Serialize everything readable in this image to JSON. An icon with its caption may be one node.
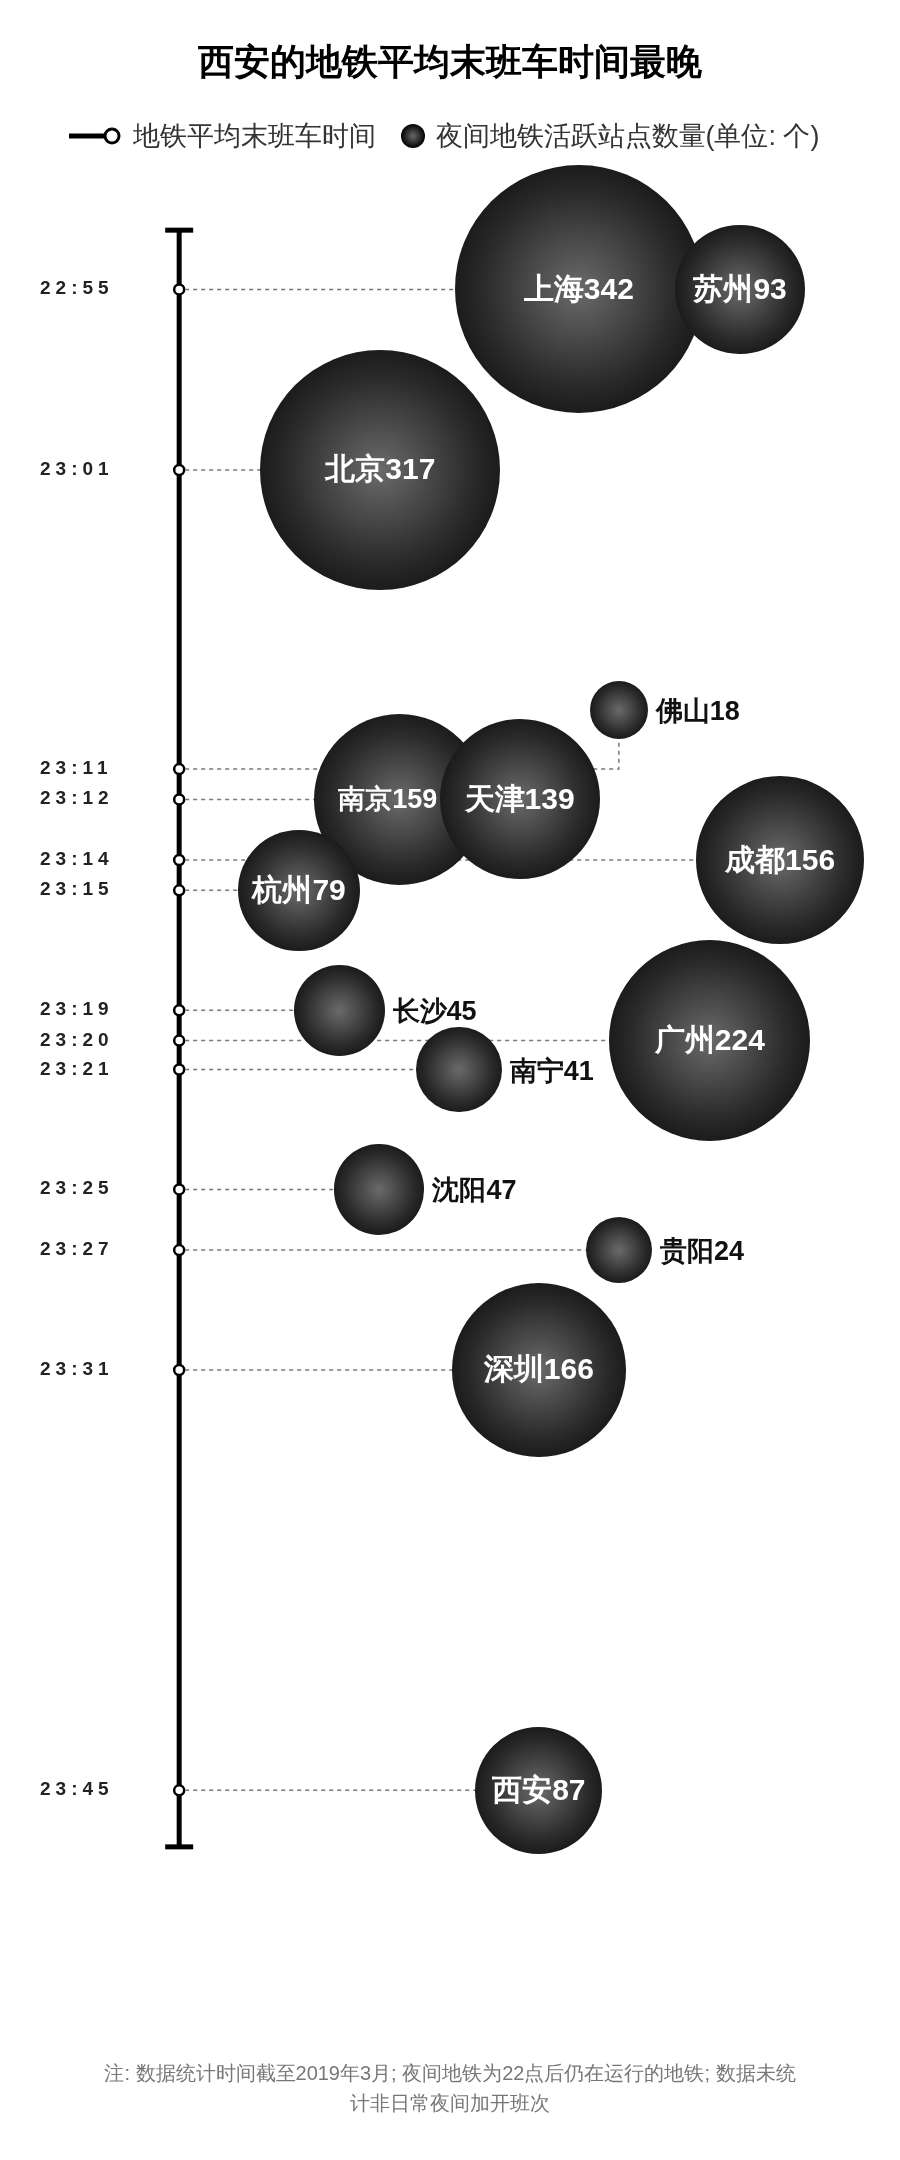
{
  "diagram": {
    "title": "西安的地铁平均末班车时间最晚",
    "caption": "注: 数据统计时间截至2019年3月; 夜间地铁为22点后仍在运行的地铁; 数据未统计非日常夜间加开班次",
    "nodes": [
      {
        "text": [
          "22:55"
        ]
      },
      {
        "text": [
          "上海342"
        ]
      },
      {
        "text": [
          "苏州93"
        ]
      },
      {
        "text": [
          "23:01"
        ]
      },
      {
        "text": [
          "北京317"
        ]
      },
      {
        "text": [],
        "shape": "circle",
        "beside": [
          "佛山18"
        ]
      },
      {
        "text": [
          "23:11"
        ]
      },
      {
        "text": [
          "23:12"
        ]
      },
      {
        "text": [
          "南京159"
        ]
      },
      {
        "text": [
          "天津139"
        ]
      },
      {
        "text": [
          "23:14"
        ]
      },
      {
        "text": [
          "成都156"
        ]
      },
      {
        "text": [
          "23:15"
        ]
      },
      {
        "text": [
          "杭州79"
        ]
      },
      {
        "text": [
          "23:19"
        ]
      },
      {
        "text": [],
        "shape": "circle",
        "beside": [
          "长沙45"
        ]
      },
      {
        "text": [
          "23:20"
        ]
      },
      {
        "text": [
          "广州224"
        ]
      },
      {
        "text": [
          "23:21"
        ]
      },
      {
        "text": [],
        "shape": "circle",
        "beside": [
          "南宁41"
        ]
      },
      {
        "text": [
          "23:25"
        ]
      },
      {
        "text": [],
        "shape": "circle",
        "beside": [
          "沈阳47"
        ]
      },
      {
        "text": [
          "23:27"
        ]
      },
      {
        "text": [],
        "shape": "circle",
        "beside": [
          "贵阳24"
        ]
      },
      {
        "text": [
          "23:31"
        ]
      },
      {
        "text": [
          "深圳166"
        ]
      },
      {
        "text": [
          "23:45"
        ]
      },
      {
        "text": [
          "西安87"
        ]
      }
    ],
    "edges": [
      {
        "from": 0,
        "to": 1,
        "arrow": "none",
        "style": "dashed"
      },
      {
        "from": 3,
        "to": 4,
        "arrow": "none",
        "style": "dashed"
      },
      {
        "from": 6,
        "to": 5,
        "arrow": "none",
        "style": "dashed"
      },
      {
        "from": 7,
        "to": 8,
        "arrow": "none",
        "style": "dashed"
      },
      {
        "from": 10,
        "to": 11,
        "arrow": "none",
        "style": "dashed"
      },
      {
        "from": 12,
        "to": 13,
        "arrow": "none",
        "style": "dashed"
      },
      {
        "from": 14,
        "to": 15,
        "arrow": "none",
        "style": "dashed"
      },
      {
        "from": 16,
        "to": 17,
        "arrow": "none",
        "style": "dashed"
      },
      {
        "from": 18,
        "to": 19,
        "arrow": "none",
        "style": "dashed"
      },
      {
        "from": 20,
        "to": 21,
        "arrow": "none",
        "style": "dashed"
      },
      {
        "from": 22,
        "to": 23,
        "arrow": "none",
        "style": "dashed"
      },
      {
        "from": 24,
        "to": 25,
        "arrow": "none",
        "style": "dashed"
      },
      {
        "from": 26,
        "to": 27,
        "arrow": "none",
        "style": "dashed"
      }
    ],
    "legend": [
      {
        "text": "地铁平均末班车时间"
      },
      {
        "text": "夜间地铁活跃站点数量(单位: 个)"
      }
    ]
  }
}
